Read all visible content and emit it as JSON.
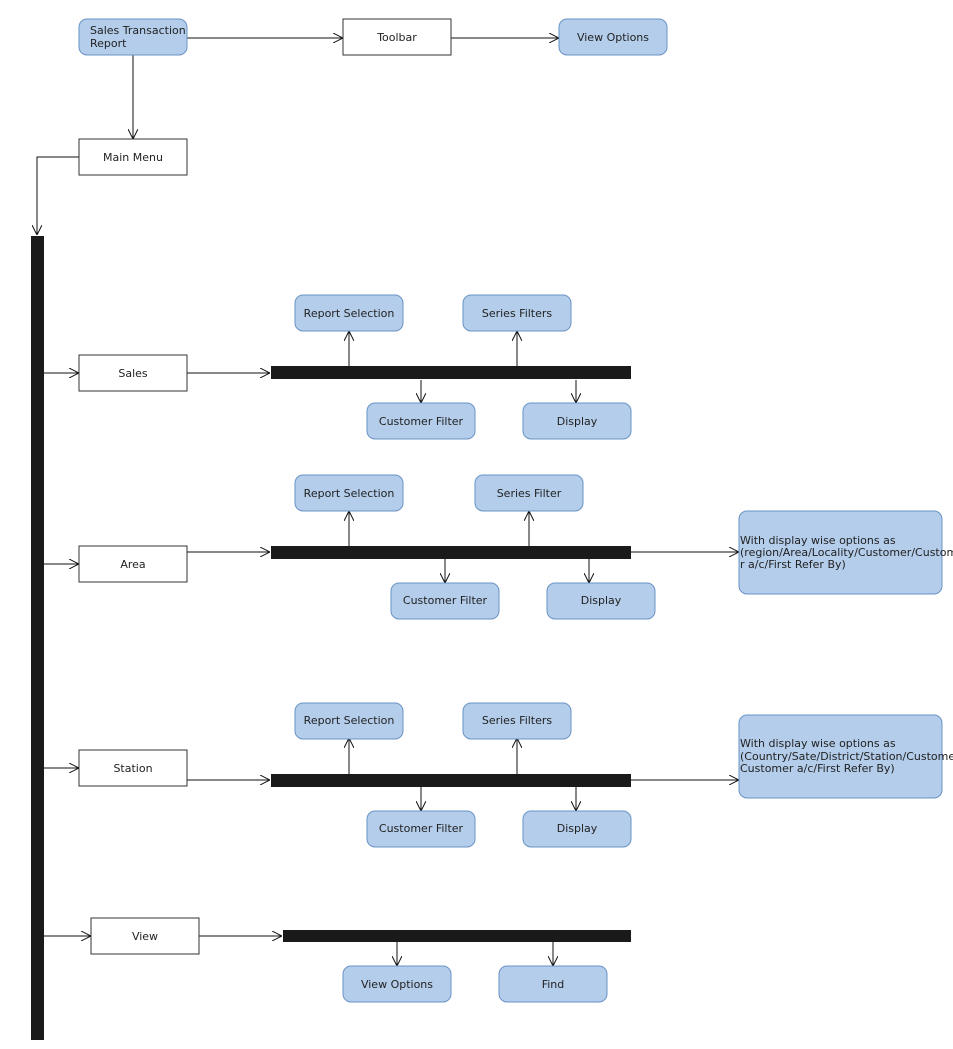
{
  "nodes": {
    "report": [
      "Sales Transaction",
      "Report"
    ],
    "toolbar": "Toolbar",
    "view_options_top": "View Options",
    "main_menu": "Main Menu",
    "sales": "Sales",
    "area": "Area",
    "station": "Station",
    "view": "View",
    "sales_report_selection": "Report Selection",
    "sales_series_filters": "Series Filters",
    "sales_customer_filter": "Customer Filter",
    "sales_display": "Display",
    "area_report_selection": "Report Selection",
    "area_series_filter": "Series Filter",
    "area_customer_filter": "Customer Filter",
    "area_display": "Display",
    "area_note": [
      "With display wise options as",
      "(region/Area/Locality/Customer/Custome",
      "r a/c/First Refer By)"
    ],
    "station_report_selection": "Report Selection",
    "station_series_filters": "Series Filters",
    "station_customer_filter": "Customer Filter",
    "station_display": "Display",
    "station_note": [
      "With display wise options as",
      "(Country/Sate/District/Station/Customer/",
      "Customer a/c/First Refer By)"
    ],
    "view_view_options": "View Options",
    "view_find": "Find"
  }
}
